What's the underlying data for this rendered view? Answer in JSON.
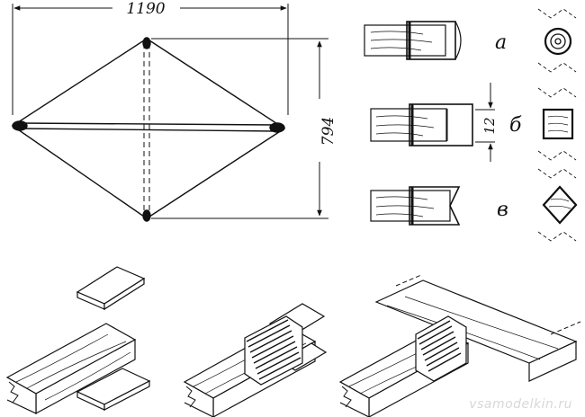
{
  "dimensions": {
    "width": "1190",
    "height": "794",
    "joint_gap": "12"
  },
  "variants": {
    "a": "а",
    "b": "б",
    "v": "в"
  },
  "watermark": "vsamodelkin.ru"
}
